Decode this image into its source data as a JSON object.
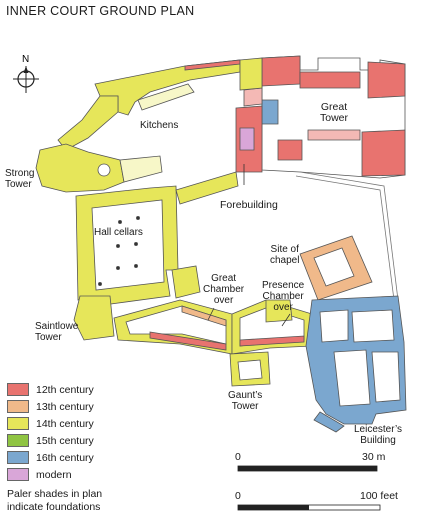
{
  "title": "INNER COURT GROUND PLAN",
  "north_label": "N",
  "labels": {
    "kitchens": "Kitchens",
    "great_tower": [
      "Great",
      "Tower"
    ],
    "strong_tower": [
      "Strong",
      "Tower"
    ],
    "forebuilding": "Forebuilding",
    "hall_cellars": "Hall cellars",
    "site_of_chapel": [
      "Site of",
      "chapel"
    ],
    "great_chamber": [
      "Great",
      "Chamber",
      "over"
    ],
    "presence_chamber": [
      "Presence",
      "Chamber",
      "over"
    ],
    "saintlowe_tower": [
      "Saintlowe",
      "Tower"
    ],
    "gaunts_tower": [
      "Gaunt’s",
      "Tower"
    ],
    "leicesters_building": [
      "Leicester’s",
      "Building"
    ]
  },
  "legend": [
    {
      "label": "12th century",
      "color": "#e8736f"
    },
    {
      "label": "13th century",
      "color": "#f0b98a"
    },
    {
      "label": "14th century",
      "color": "#e6e65a"
    },
    {
      "label": "15th century",
      "color": "#8fc442"
    },
    {
      "label": "16th century",
      "color": "#7ba7cf"
    },
    {
      "label": "modern",
      "color": "#d9a6d8"
    }
  ],
  "note": [
    "Paler shades in plan",
    "indicate foundations"
  ],
  "scale": {
    "metric": {
      "start": "0",
      "end": "30 m"
    },
    "imperial": {
      "start": "0",
      "end": "100 feet"
    }
  }
}
